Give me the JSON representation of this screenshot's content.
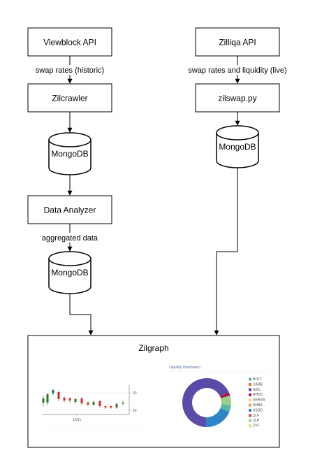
{
  "nodes": {
    "viewblock_api": "Viewblock API",
    "zilliqa_api": "Zilliqa API",
    "zilcrawler": "Zilcrawler",
    "zilswap_py": "zilswap.py",
    "mongodb_1": "MongoDB",
    "mongodb_2": "MongoDB",
    "mongodb_3": "MongoDB",
    "data_analyzer": "Data Analyzer",
    "zilgraph": "Zilgraph"
  },
  "edges": {
    "swap_rates_historic": "swap rates (historic)",
    "swap_rates_liquidity_live": "swap rates and liquidity (live)",
    "aggregated_data": "aggregated data"
  },
  "preview": {
    "candlestick": {
      "x_tick": "12/01",
      "y_ticks": [
        "30",
        "20"
      ]
    },
    "donut": {
      "title": "Liquidity Distribution",
      "legend": [
        "BOLT",
        "CARB",
        "GZIL",
        "RHOC",
        "SERGS",
        "SHRK",
        "XSGD",
        "ZLF",
        "ZLP",
        "ZYF"
      ],
      "colors": [
        "#5ab6a0",
        "#e07a3a",
        "#5b4aa8",
        "#b0124a",
        "#f3d36b",
        "#ef9a5b",
        "#2f86c6",
        "#c0514d",
        "#9bd08a",
        "#d9e27a"
      ]
    }
  }
}
